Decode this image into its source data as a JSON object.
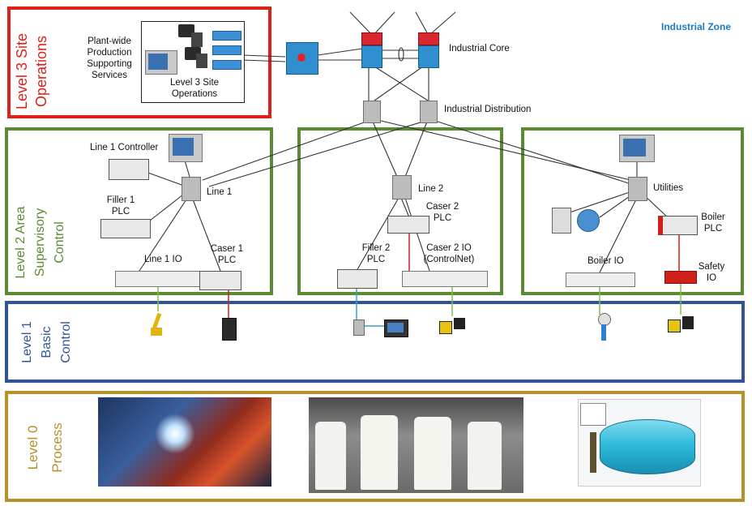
{
  "zone_title": "Industrial Zone",
  "levels": {
    "l3": {
      "line1": "Level 3 Site",
      "line2": "Operations",
      "color": "#e0211b"
    },
    "l2": {
      "line1": "Level 2 Area",
      "line2": "Supervisory",
      "line3": "Control",
      "color": "#5a8a32"
    },
    "l1": {
      "line1": "Level 1",
      "line2": "Basic",
      "line3": "Control",
      "color": "#2e5597"
    },
    "l0": {
      "line1": "Level 0",
      "line2": "Process",
      "color": "#b8902a"
    }
  },
  "labels": {
    "plant_wide": [
      "Plant-wide",
      "Production",
      "Supporting",
      "Services"
    ],
    "l3_ops": [
      "Level 3 Site",
      "Operations"
    ],
    "core": "Industrial Core",
    "distribution": "Industrial Distribution",
    "line1_controller": "Line 1 Controller",
    "line1": "Line 1",
    "filler1": [
      "Filler 1",
      "PLC"
    ],
    "line1_io": "Line 1 IO",
    "caser1": [
      "Caser 1",
      "PLC"
    ],
    "line2": "Line 2",
    "caser2": [
      "Caser 2",
      "PLC"
    ],
    "filler2": [
      "Filler 2",
      "PLC"
    ],
    "caser2_io": [
      "Caser 2 IO",
      "(ControlNet)"
    ],
    "utilities": "Utilities",
    "boiler": [
      "Boiler",
      "PLC"
    ],
    "boiler_io": "Boiler IO",
    "safety": [
      "Safety",
      "IO"
    ]
  },
  "colors": {
    "accent_blue": "#1f7bc1",
    "link": "#333333",
    "cable_green": "#7fbf4d",
    "cable_red": "#d0201a",
    "cable_blue": "#3a9bd8"
  }
}
